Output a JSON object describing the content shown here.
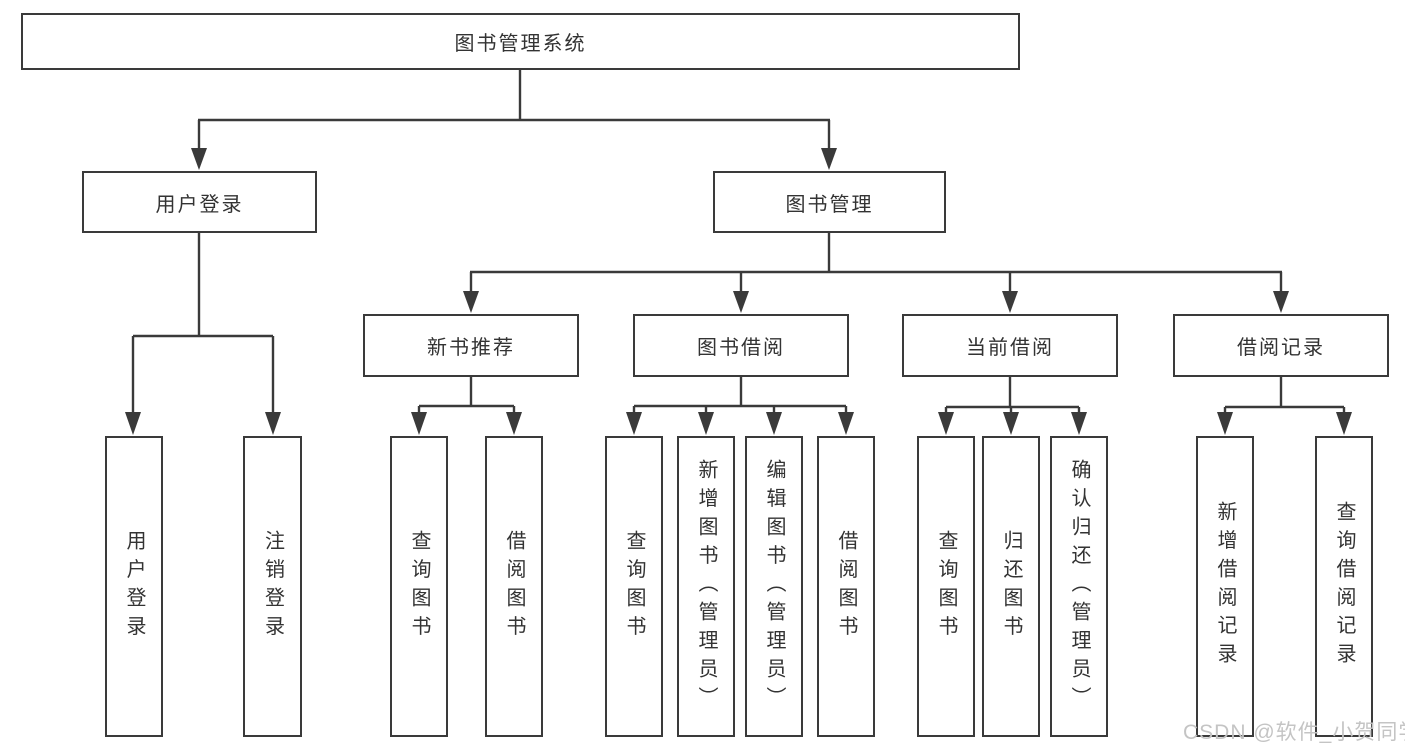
{
  "diagram": {
    "title": "图书管理系统",
    "nodes": {
      "root": "图书管理系统",
      "l1": [
        "用户登录",
        "图书管理"
      ],
      "l2": [
        "新书推荐",
        "图书借阅",
        "当前借阅",
        "借阅记录"
      ],
      "leaves_login": [
        "用户登录",
        "注销登录"
      ],
      "leaves_newbook": [
        "查询图书",
        "借阅图书"
      ],
      "leaves_borrow": [
        "查询图书",
        "新增图书（管理员）",
        "编辑图书（管理员）",
        "借阅图书"
      ],
      "leaves_current": [
        "查询图书",
        "归还图书",
        "确认归还（管理员）"
      ],
      "leaves_record": [
        "新增借阅记录",
        "查询借阅记录"
      ]
    },
    "watermark": "CSDN @软件_小贺同学"
  },
  "colors": {
    "line": "#3a3a3a",
    "text": "#333333",
    "watermark": "#c4c4c4",
    "background": "#ffffff"
  }
}
